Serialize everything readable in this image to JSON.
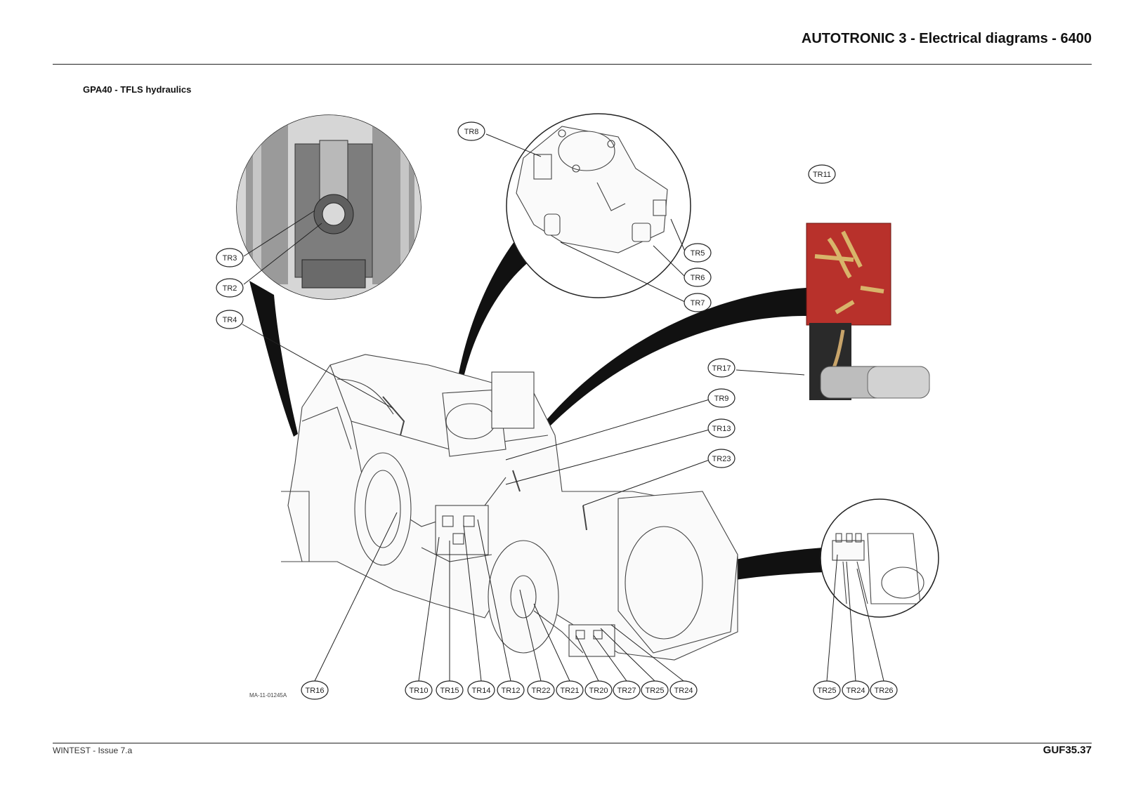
{
  "header": {
    "title": "AUTOTRONIC 3 - Electrical diagrams - 6400"
  },
  "section": {
    "title": "GPA40 - TFLS hydraulics"
  },
  "drawing": {
    "reference": "MA-11-01245A",
    "callouts": [
      "TR2",
      "TR3",
      "TR4",
      "TR5",
      "TR6",
      "TR7",
      "TR8",
      "TR9",
      "TR10",
      "TR11",
      "TR12",
      "TR13",
      "TR14",
      "TR15",
      "TR16",
      "TR17",
      "TR20",
      "TR21",
      "TR22",
      "TR23",
      "TR24",
      "TR25",
      "TR26",
      "TR27"
    ],
    "colors": {
      "valve_block": "#b8312b",
      "beam": "#111111",
      "photo_grey": "#8a8a8a"
    }
  },
  "footer": {
    "left": "WINTEST - Issue 7.a",
    "right": "GUF35.37"
  }
}
